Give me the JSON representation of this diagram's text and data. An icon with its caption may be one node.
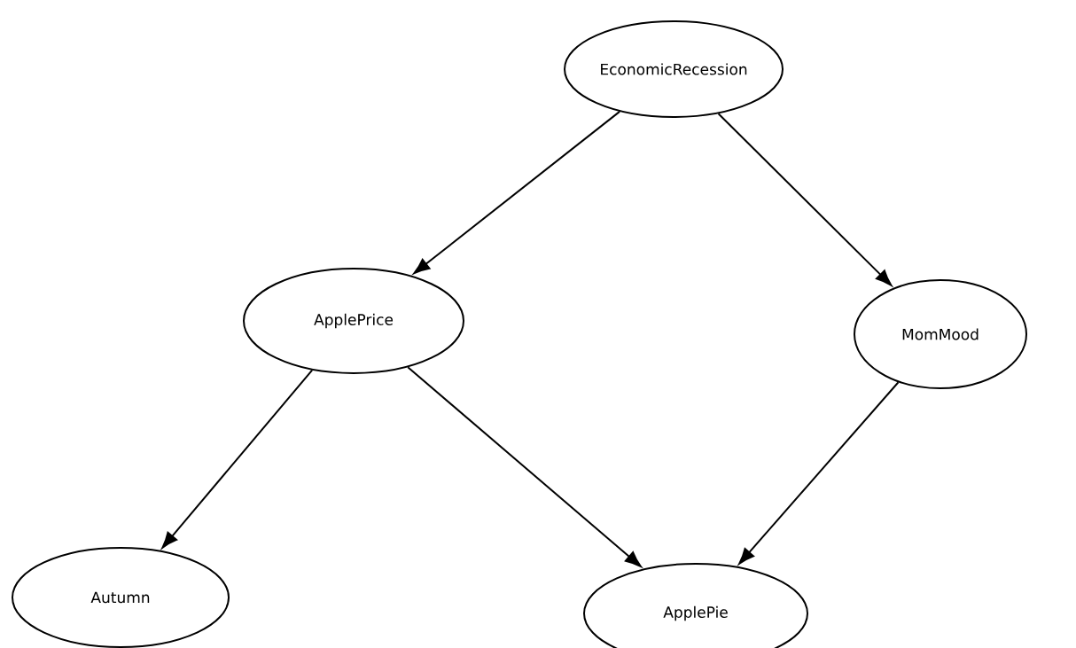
{
  "diagram": {
    "nodes": [
      {
        "text": [
          "EconomicRecession"
        ]
      },
      {
        "text": [
          "ApplePrice"
        ]
      },
      {
        "text": [
          "MomMood"
        ]
      },
      {
        "text": [
          "Autumn"
        ]
      },
      {
        "text": [
          "ApplePie"
        ]
      }
    ],
    "edges": [
      {
        "from": 0,
        "to": 1,
        "arrow": "to"
      },
      {
        "from": 0,
        "to": 2,
        "arrow": "to"
      },
      {
        "from": 1,
        "to": 3,
        "arrow": "to"
      },
      {
        "from": 1,
        "to": 4,
        "arrow": "to"
      },
      {
        "from": 2,
        "to": 4,
        "arrow": "to"
      }
    ]
  }
}
